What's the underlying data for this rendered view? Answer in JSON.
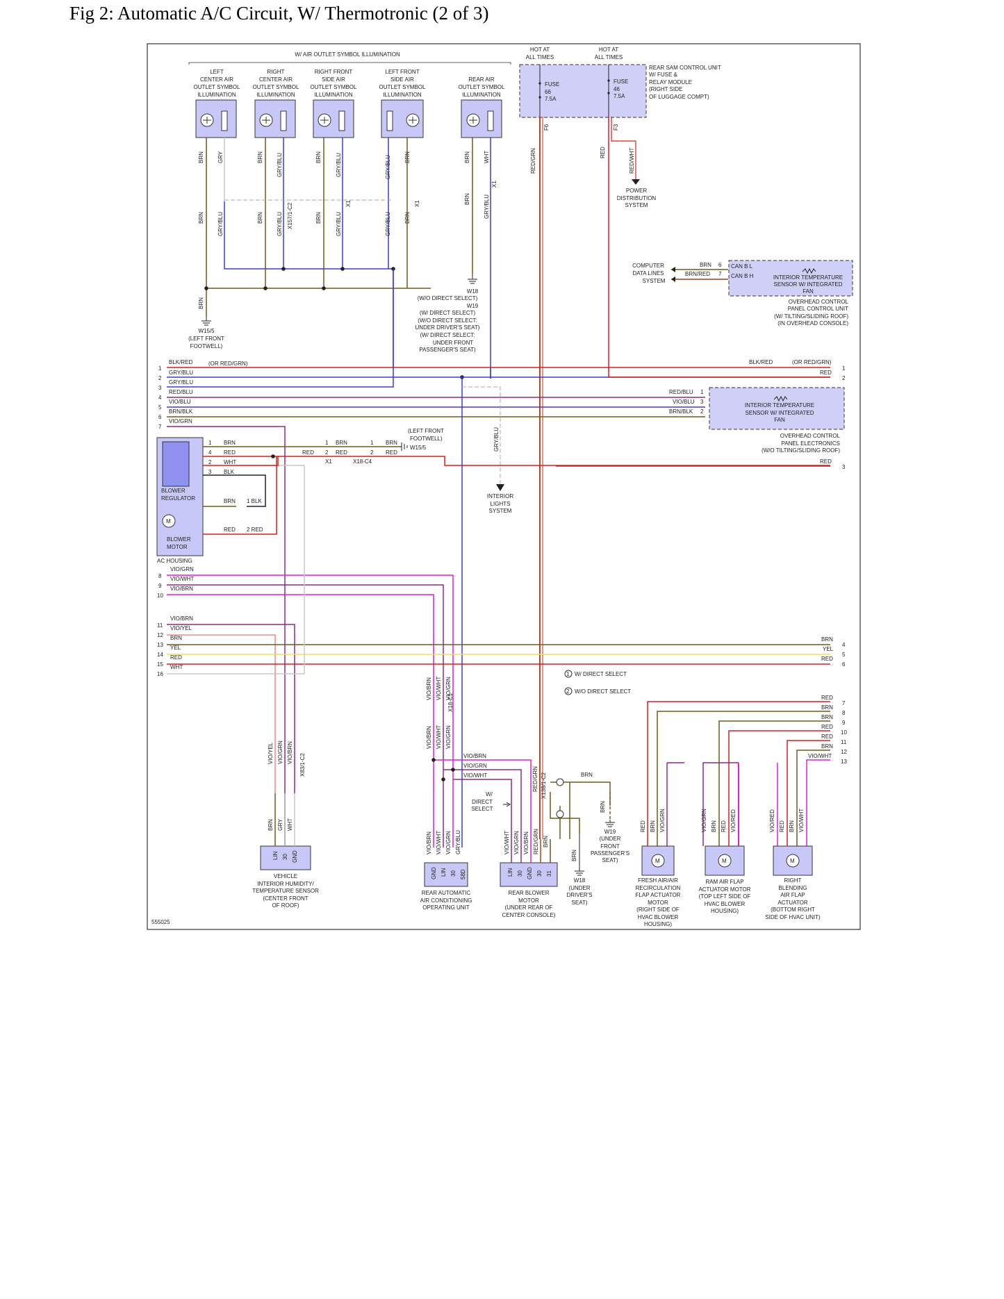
{
  "page": {
    "title": "Fig 2: Automatic A/C Circuit, W/ Thermotronic (2 of 3)",
    "diagram_id": "555025"
  },
  "colors": {
    "brn": "#6e5a1a",
    "gry": "#9a9a9a",
    "blu": "#3a3ad8",
    "red": "#d42020",
    "vio": "#8a2a8a",
    "pink": "#e020d0",
    "wht": "#c8c8c8",
    "yel": "#e8e060",
    "blk": "#222222",
    "redgrn": "#b84818",
    "box": "#c8c8f8"
  },
  "header": {
    "illum_group": "W/ AIR OUTLET SYMBOL ILLUMINATION",
    "hot1": [
      "HOT AT",
      "ALL TIMES"
    ],
    "hot2": [
      "HOT AT",
      "ALL TIMES"
    ],
    "fuse66": [
      "FUSE",
      "66",
      "7.5A"
    ],
    "fuse46": [
      "FUSE",
      "46",
      "7.5A"
    ],
    "rear_sam": [
      "REAR SAM CONTROL UNIT",
      "W/ FUSE &",
      "RELAY MODULE",
      "(RIGHT SIDE",
      "OF LUGGAGE COMPT)"
    ],
    "power_dist": [
      "POWER",
      "DISTRIBUTION",
      "SYSTEM"
    ]
  },
  "illum_units": [
    {
      "label": [
        "LEFT",
        "CENTER AIR",
        "OUTLET SYMBOL",
        "ILLUMINATION"
      ]
    },
    {
      "label": [
        "RIGHT",
        "CENTER AIR",
        "OUTLET SYMBOL",
        "ILLUMINATION"
      ]
    },
    {
      "label": [
        "RIGHT FRONT",
        "SIDE AIR",
        "OUTLET SYMBOL",
        "ILLUMINATION"
      ]
    },
    {
      "label": [
        "LEFT FRONT",
        "SIDE AIR",
        "OUTLET SYMBOL",
        "ILLUMINATION"
      ]
    },
    {
      "label": [
        "REAR AIR",
        "OUTLET SYMBOL",
        "ILLUMINATION"
      ]
    }
  ],
  "grounds": {
    "w155": [
      "W15/5",
      "(LEFT FRONT",
      "FOOTWELL)"
    ],
    "w18w19": [
      "W18",
      "(W/O DIRECT SELECT)",
      "W19",
      "(W/ DIRECT SELECT)",
      "(W/O DIRECT SELECT:",
      "UNDER DRIVER'S SEAT)",
      "(W/ DIRECT SELECT:",
      "UNDER FRONT",
      "PASSENGER'S SEAT)"
    ],
    "w155b": [
      "(LEFT FRONT",
      "FOOTWELL)",
      "W15/5"
    ],
    "w19": [
      "W19",
      "(UNDER",
      "FRONT",
      "PASSENGER'S",
      "SEAT)"
    ],
    "w18": [
      "W18",
      "(UNDER",
      "DRIVER'S",
      "SEAT)"
    ]
  },
  "overhead": {
    "computer_data": [
      "COMPUTER",
      "DATA LINES",
      "SYSTEM"
    ],
    "sensor1": [
      "INTERIOR TEMPERATURE",
      "SENSOR W/ INTEGRATED",
      "FAN"
    ],
    "unit1": [
      "OVERHEAD CONTROL",
      "PANEL CONTROL UNIT",
      "(W/ TILTING/SLIDING ROOF)",
      "(IN OVERHEAD CONSOLE)"
    ],
    "sensor2": [
      "INTERIOR TEMPERATURE",
      "SENSOR W/ INTEGRATED",
      "FAN"
    ],
    "unit2": [
      "OVERHEAD CONTROL",
      "PANEL ELECTRONICS",
      "(W/O TILTING/SLIDING ROOF)"
    ],
    "can_l": "CAN B L",
    "can_h": "CAN B H"
  },
  "left_lines": [
    {
      "n": "1",
      "label": "BLK/RED",
      "extra": "(OR RED/GRN)"
    },
    {
      "n": "2",
      "label": "GRY/BLU"
    },
    {
      "n": "3",
      "label": "GRY/BLU"
    },
    {
      "n": "4",
      "label": "RED/BLU"
    },
    {
      "n": "5",
      "label": "VIO/BLU"
    },
    {
      "n": "6",
      "label": "BRN/BLK"
    },
    {
      "n": "7",
      "label": "VIO/GRN"
    },
    {
      "n": "8",
      "label": "VIO/GRN"
    },
    {
      "n": "9",
      "label": "VIO/WHT"
    },
    {
      "n": "10",
      "label": "VIO/BRN"
    },
    {
      "n": "11",
      "label": "VIO/BRN"
    },
    {
      "n": "12",
      "label": "VIO/YEL"
    },
    {
      "n": "13",
      "label": "BRN"
    },
    {
      "n": "14",
      "label": "YEL"
    },
    {
      "n": "15",
      "label": "RED"
    },
    {
      "n": "16",
      "label": "WHT"
    }
  ],
  "right_lines": [
    {
      "n": "1",
      "label": "BLK/RED",
      "extra": "(OR RED/GRN)"
    },
    {
      "n": "2",
      "label": "RED"
    },
    {
      "n": "3",
      "label": "RED"
    },
    {
      "n": "4",
      "label": "BRN"
    },
    {
      "n": "5",
      "label": "YEL"
    },
    {
      "n": "6",
      "label": "RED"
    },
    {
      "n": "7",
      "label": "RED"
    },
    {
      "n": "8",
      "label": "BRN"
    },
    {
      "n": "9",
      "label": "BRN"
    },
    {
      "n": "10",
      "label": "RED"
    },
    {
      "n": "11",
      "label": "RED"
    },
    {
      "n": "12",
      "label": "BRN"
    },
    {
      "n": "13",
      "label": "VIO/WHT"
    }
  ],
  "blower": {
    "regulator": [
      "BLOWER",
      "REGULATOR"
    ],
    "motor": [
      "BLOWER",
      "MOTOR"
    ],
    "housing": "AC HOUSING",
    "interior_lights": [
      "INTERIOR",
      "LIGHTS",
      "SYSTEM"
    ]
  },
  "legend": {
    "one": "W/ DIRECT SELECT",
    "two": "W/O DIRECT SELECT",
    "direct": [
      "W/",
      "DIRECT",
      "SELECT"
    ]
  },
  "bottom_units": [
    {
      "label": [
        "VEHICLE",
        "INTERIOR HUMIDITY/",
        "TEMPERATURE SENSOR",
        "(CENTER FRONT",
        "OF ROOF)"
      ],
      "pins": [
        "LIN",
        "30",
        "GND"
      ]
    },
    {
      "label": [
        "REAR AUTOMATIC",
        "AIR CONDITIONING",
        "OPERATING UNIT"
      ],
      "pins": [
        "GND",
        "LIN",
        "30",
        "58D"
      ]
    },
    {
      "label": [
        "REAR BLOWER",
        "MOTOR",
        "(UNDER REAR OF",
        "CENTER CONSOLE)"
      ],
      "pins": [
        "LIN",
        "30",
        "GND",
        "30",
        "31"
      ]
    },
    {
      "label": [
        "FRESH AIR/AIR",
        "RECIRCULATION",
        "FLAP ACTUATOR",
        "MOTOR",
        "(RIGHT SIDE OF",
        "HVAC BLOWER",
        "HOUSING)"
      ]
    },
    {
      "label": [
        "RAM AIR FLAP",
        "ACTUATOR MOTOR",
        "(TOP LEFT SIDE OF",
        "HVAC BLOWER",
        "HOUSING)"
      ]
    },
    {
      "label": [
        "RIGHT",
        "BLENDING",
        "AIR FLAP",
        "ACTUATOR",
        "(BOTTOM RIGHT",
        "SIDE OF HVAC UNIT)"
      ]
    }
  ],
  "connectors": {
    "x1": "X1",
    "x18c4": "X18-C4",
    "x18c1": "X18-C1",
    "x831c2": "X83/1-C2",
    "x1381c2": "X138/1-C2",
    "x1571c2": "X157/1-C2"
  }
}
